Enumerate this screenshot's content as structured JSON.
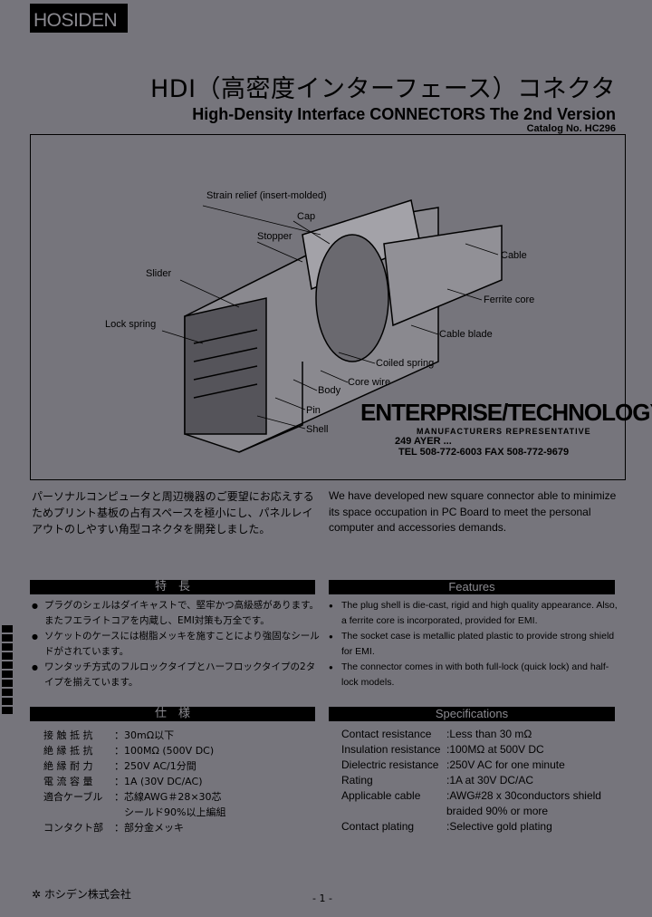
{
  "header": {
    "logo": "HOSIDEN",
    "title_jp": "HDI（高密度インターフェース）コネクタ",
    "title_en": "High-Density Interface CONNECTORS The 2nd Version",
    "catalog": "Catalog No. HC296"
  },
  "diagram": {
    "labels": [
      "Strain relief (insert-molded)",
      "Cap",
      "Stopper",
      "Slider",
      "Lock spring",
      "Cable",
      "Ferrite core",
      "Cable blade",
      "Coiled spring",
      "Core wire",
      "Body",
      "Pin",
      "Shell"
    ]
  },
  "stamp": {
    "name": "ENTERPRISE/TECHNOLOGY",
    "subtitle": "MANUFACTURERS REPRESENTATIVE",
    "address": "249 AYER ...",
    "phone": "TEL 508-772-6003   FAX 508-772-9679"
  },
  "intro": {
    "jp": "パーソナルコンピュータと周辺機器のご要望にお応えするためプリント基板の占有スペースを極小にし、パネルレイアウトのしやすい角型コネクタを開発しました。",
    "en": "We have developed new square connector able to minimize its space occupation in PC Board to meet the personal computer and accessories demands."
  },
  "features_jp": {
    "title": "特　長",
    "items": [
      "プラグのシェルはダイキャストで、堅牢かつ高級感があります。またフエライトコアを内蔵し、EMI対策も万全です。",
      "ソケットのケースには樹脂メッキを施すことにより強固なシールドがされています。",
      "ワンタッチ方式のフルロックタイプとハーフロックタイプの2タイプを揃えています。"
    ]
  },
  "features_en": {
    "title": "Features",
    "items": [
      "The plug shell is die-cast, rigid and high quality appearance. Also, a ferrite core is incorporated, provided for EMI.",
      "The socket case is metallic plated plastic to provide strong shield for EMI.",
      "The connector comes in with both full-lock (quick lock) and half-lock models."
    ]
  },
  "specs_jp": {
    "title": "仕　様",
    "rows": [
      [
        "接 触 抵 抗",
        "：30mΩ以下"
      ],
      [
        "絶 縁 抵 抗",
        "：100MΩ (500V DC)"
      ],
      [
        "絶 縁 耐 力",
        "：250V AC/1分間"
      ],
      [
        "電 流 容 量",
        "：1A (30V DC/AC)"
      ],
      [
        "適合ケーブル",
        "：芯線AWG＃28×30芯"
      ],
      [
        "",
        "　シールド90%以上編組"
      ],
      [
        "コンタクト部",
        "：部分金メッキ"
      ]
    ]
  },
  "specs_en": {
    "title": "Specifications",
    "rows": [
      [
        "Contact resistance",
        ":Less than 30 mΩ"
      ],
      [
        "Insulation resistance",
        ":100MΩ at 500V DC"
      ],
      [
        "Dielectric resistance",
        ":250V AC for one minute"
      ],
      [
        "Rating",
        ":1A at 30V DC/AC"
      ],
      [
        "Applicable cable",
        ":AWG#28 x 30conductors shield"
      ],
      [
        "",
        " braided 90% or more"
      ],
      [
        "Contact plating",
        ":Selective gold plating"
      ]
    ]
  },
  "footer": {
    "company": "ホシデン株式会社",
    "page": "- 1 -"
  }
}
